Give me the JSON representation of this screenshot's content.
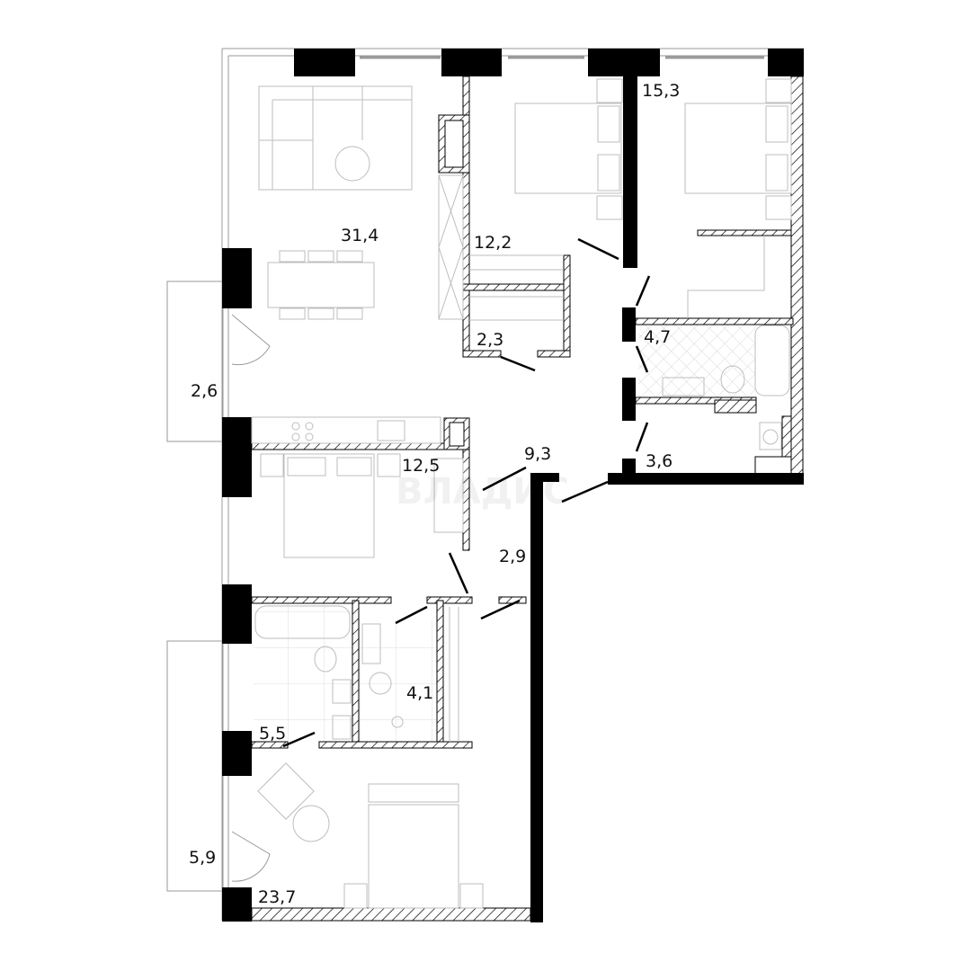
{
  "plan": {
    "type": "apartment-floor-plan",
    "unit": "m²",
    "watermark": "ВЛАДИС",
    "colors": {
      "wall": "#000000",
      "furniture": "#bdbdbd",
      "background": "#ffffff"
    },
    "rooms": [
      {
        "id": "living-kitchen",
        "name": "living-room-kitchen",
        "area": "31,4"
      },
      {
        "id": "bedroom-1",
        "name": "bedroom-top-middle",
        "area": "12,2"
      },
      {
        "id": "bedroom-2",
        "name": "bedroom-top-right",
        "area": "15,3"
      },
      {
        "id": "storage",
        "name": "wardrobe-storage",
        "area": "2,3"
      },
      {
        "id": "bathroom-1",
        "name": "bathroom-top-right",
        "area": "4,7"
      },
      {
        "id": "laundry",
        "name": "laundry-utility",
        "area": "3,6"
      },
      {
        "id": "hall",
        "name": "hallway",
        "area": "9,3"
      },
      {
        "id": "bedroom-3",
        "name": "bedroom-middle-left",
        "area": "12,5"
      },
      {
        "id": "corridor",
        "name": "corridor",
        "area": "2,9"
      },
      {
        "id": "bathroom-2",
        "name": "bathroom-lower-left",
        "area": "5,5"
      },
      {
        "id": "bathroom-3",
        "name": "wc-shower",
        "area": "4,1"
      },
      {
        "id": "master-bedroom",
        "name": "master-bedroom",
        "area": "23,7"
      },
      {
        "id": "balcony-1",
        "name": "balcony-upper",
        "area": "2,6"
      },
      {
        "id": "balcony-2",
        "name": "balcony-lower",
        "area": "5,9"
      }
    ]
  }
}
